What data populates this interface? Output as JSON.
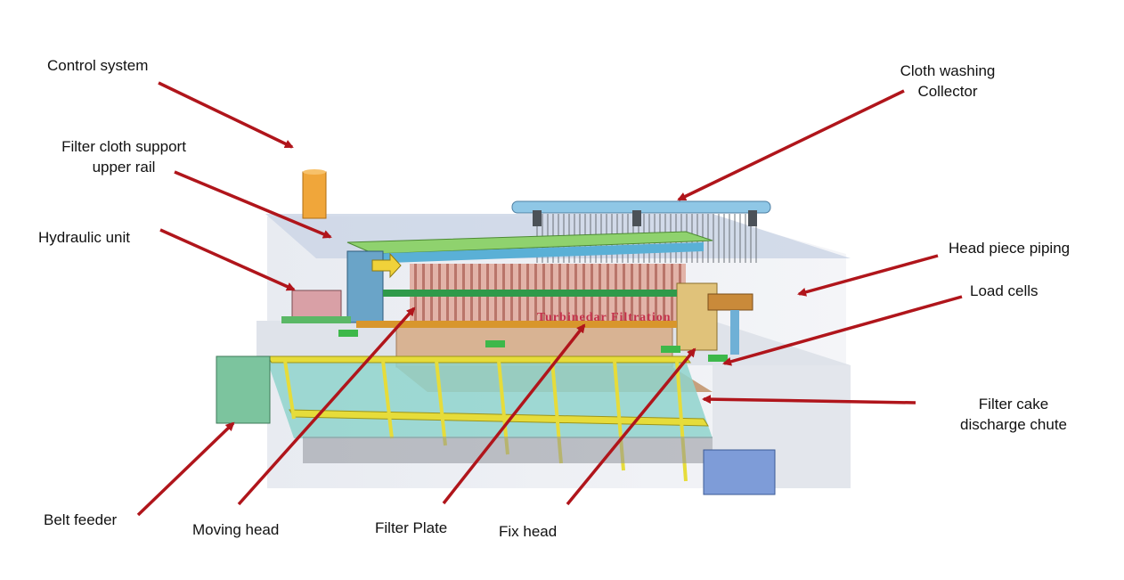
{
  "labels": {
    "control_system": "Control system",
    "filter_cloth_support_line1": "Filter cloth support",
    "filter_cloth_support_line2": "upper rail",
    "hydraulic_unit": "Hydraulic unit",
    "belt_feeder": "Belt feeder",
    "moving_head": "Moving head",
    "filter_plate": "Filter Plate",
    "fix_head": "Fix head",
    "cloth_washing_line1": "Cloth washing",
    "cloth_washing_line2": "Collector",
    "head_piece_piping": "Head piece piping",
    "load_cells": "Load cells",
    "filter_cake_line1": "Filter cake",
    "filter_cake_line2": "discharge chute"
  },
  "brand_text": "Turbinedar Filtration",
  "colors": {
    "arrow": "#b0151b",
    "floor": "#dfe3ea",
    "glass": "#c9d3e3",
    "frame_yellow": "#e6dc3a",
    "tank_teal": "#6fc3c1",
    "plates": "#d9a59a",
    "beam_green": "#8fd26e",
    "collector_blue": "#8fc7e6"
  }
}
